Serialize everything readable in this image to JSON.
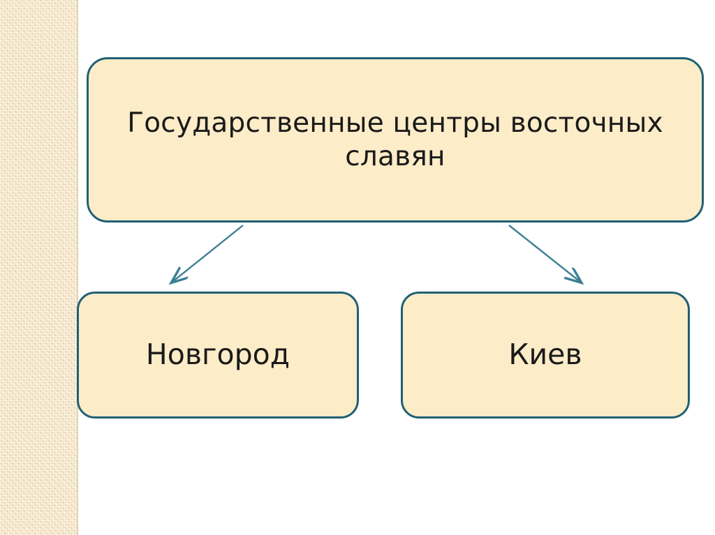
{
  "slide": {
    "background_color": "#ffffff",
    "left_band": {
      "name": "decorative-side-band",
      "color": "#f5e6c8"
    }
  },
  "diagram": {
    "type": "hierarchy",
    "accent_color": "#1f6073",
    "node_fill_color": "#fcecc8",
    "root": {
      "label": "Государственные центры восточных славян"
    },
    "children": [
      {
        "label": "Новгород"
      },
      {
        "label": "Киев"
      }
    ],
    "connectors": [
      {
        "from": "root",
        "to": "Новгород",
        "style": "arrow"
      },
      {
        "from": "root",
        "to": "Киев",
        "style": "arrow"
      }
    ]
  }
}
